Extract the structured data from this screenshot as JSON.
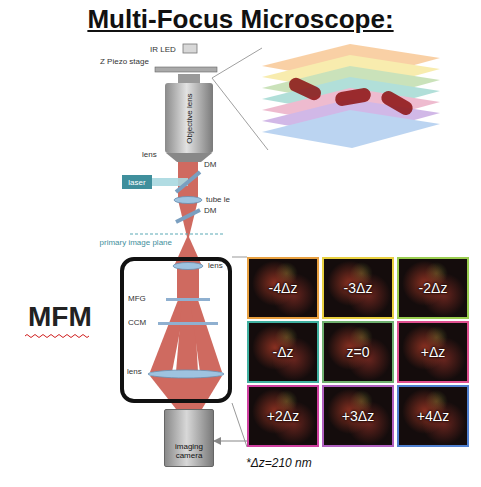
{
  "diagram": {
    "title": "Multi-Focus Microscope:",
    "nodes": [
      {
        "text": [
          "Objective lens"
        ]
      },
      {
        "text": [
          "laser"
        ]
      },
      {
        "text": [
          "MFM"
        ]
      },
      {
        "text": [
          "-4Δz"
        ]
      },
      {
        "text": [
          "-3Δz"
        ]
      },
      {
        "text": [
          "-2Δz"
        ]
      },
      {
        "text": [
          "-Δz"
        ]
      },
      {
        "text": [
          "z=0"
        ]
      },
      {
        "text": [
          "+Δz"
        ]
      },
      {
        "text": [
          "+2Δz"
        ]
      },
      {
        "text": [
          "+3Δz"
        ]
      },
      {
        "text": [
          "+4Δz"
        ]
      },
      {
        "text": [
          "imaging camera"
        ]
      }
    ],
    "edges": [
      {
        "from": 9,
        "to": 12,
        "arrow": "to"
      }
    ],
    "labels": [
      "IR LED",
      "Z Piezo stage",
      "lens",
      "DM",
      "tube le",
      "DM",
      "primary image plane",
      "lens",
      "MFG",
      "CCM",
      "lens",
      "*Δz=210 nm"
    ]
  }
}
